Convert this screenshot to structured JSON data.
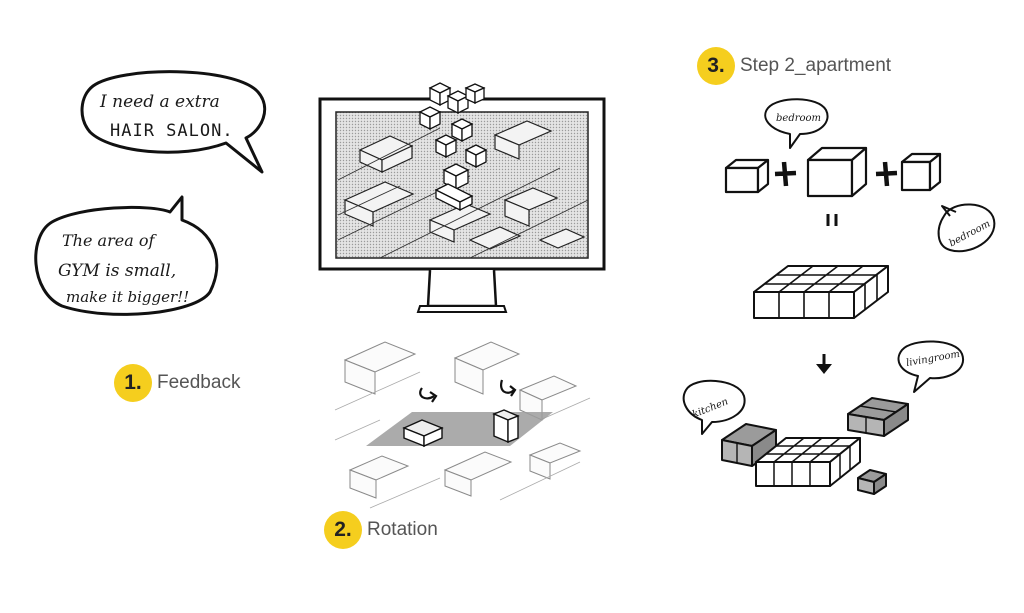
{
  "accent_color": "#F5CE1E",
  "steps": [
    {
      "number": "1.",
      "label": "Feedback"
    },
    {
      "number": "2.",
      "label": "Rotation"
    },
    {
      "number": "3.",
      "label": "Step 2_apartment"
    }
  ],
  "feedback_bubbles": {
    "top": {
      "line1": "I need a extra",
      "line2": "HAIR SALON."
    },
    "bottom": {
      "line1": "The area of",
      "line2": "GYM is small,",
      "line3": "make it bigger!!"
    }
  },
  "apartment_labels": {
    "bedroom_top": "bedroom",
    "bedroom_right": "bedroom",
    "livingroom": "livingroom",
    "kitchen": "kitchen"
  }
}
